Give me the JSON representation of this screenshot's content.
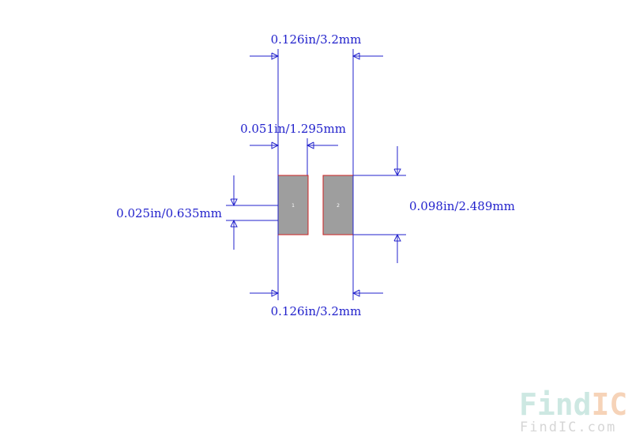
{
  "dimensions": {
    "top_width": "0.126in/3.2mm",
    "bottom_width": "0.126in/3.2mm",
    "gap": "0.051in/1.295mm",
    "pad_width": "0.025in/0.635mm",
    "pad_height": "0.098in/2.489mm"
  },
  "pads": {
    "pad1_label": "1",
    "pad2_label": "2"
  },
  "watermark": {
    "logo_find": "Find",
    "logo_ic": "IC",
    "url": "FindIC.com"
  },
  "colors": {
    "dimension_line": "#2222cc",
    "pad_fill": "#9e9e9e",
    "pad_outline": "#cc2222",
    "logo_find": "#cde8e2",
    "logo_ic": "#f6d3b8",
    "url_text": "#d6d6d6"
  }
}
